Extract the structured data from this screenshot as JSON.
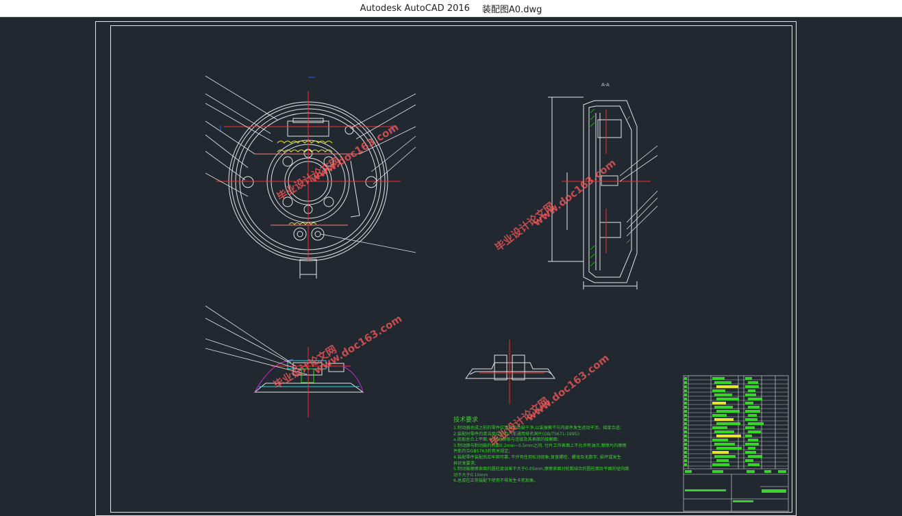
{
  "window": {
    "app_name": "Autodesk AutoCAD 2016",
    "file_name": "装配图A0.dwg"
  },
  "drawing": {
    "section_label": "A-A",
    "tech_requirements": {
      "title": "技术要求",
      "lines": [
        "1.制动器总成之前的零件应清洁制动鼓干净,以装弹簧不与内部件发生运动干涉。摇度合适;",
        "2.装配时零件的清洁度应符合汽车通用排名洞片(GB/T5671-1995):",
        "  a.底板总合上平面; b.制动蹄板与连接及其表面的接触面;",
        "3.制动蹄与制动鼓的间距0.2mm~0.5mm之间, 付片工作表面上不允许有油污,摩擦片的摩擦",
        "件能符合GB5763的有关规定;",
        "4.装配零件装配后应牢固可靠, 不许有任何松动现象;复查螺栓、螺母及无数字, 损坏或发生",
        "异状发要求;",
        "5.制动鼓摩擦表面的圆柱度误差不大于0.05mm,摩擦表面对轮毂结合的圆柱面及平面的径向跳",
        "动不大于0.10mm",
        "6.总成在正常装配下使用不得发生卡死现象。"
      ]
    },
    "watermarks": [
      "毕业设计论文网",
      "www.doc163.com"
    ]
  },
  "colors": {
    "background": "#212830",
    "outline": "#e6e6e6",
    "centerline": "#ff2a2a",
    "dimension": "#ffffff",
    "hatch_green": "#39d42a",
    "yellow": "#e6e62a",
    "cyan": "#2ad4e6",
    "magenta": "#d42ad4",
    "blue": "#2a5aff"
  }
}
